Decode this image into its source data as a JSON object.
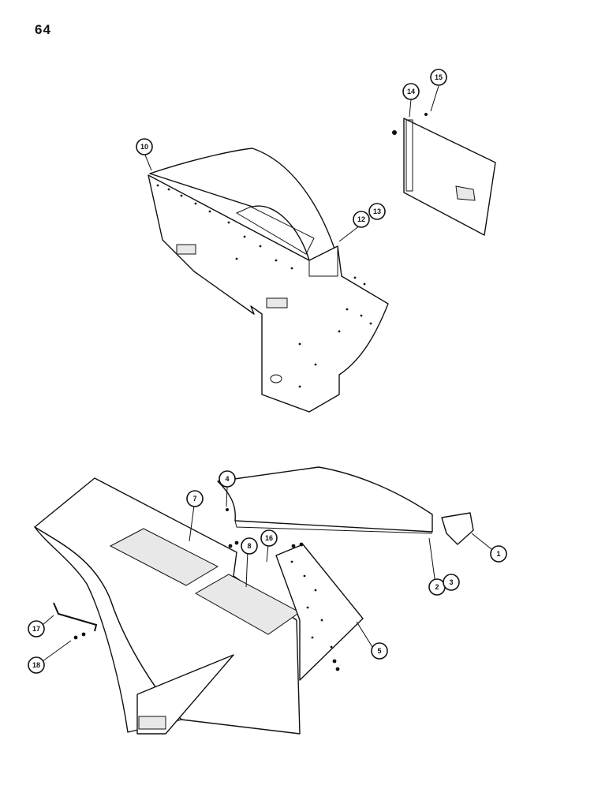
{
  "page": {
    "number": "64"
  },
  "callouts": [
    "1",
    "2",
    "3",
    "5",
    "4",
    "7",
    "8",
    "10",
    "12",
    "13",
    "14",
    "15",
    "16",
    "17",
    "18"
  ]
}
